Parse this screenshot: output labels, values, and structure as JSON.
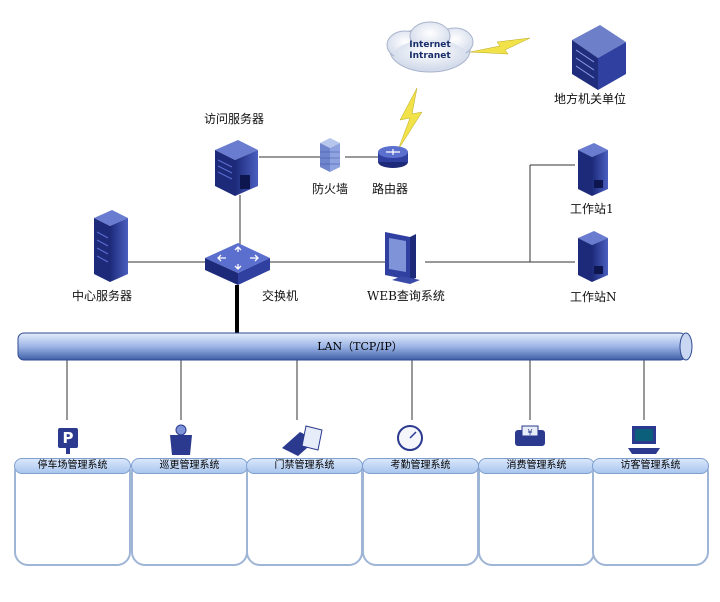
{
  "cloud": {
    "line1": "Internet",
    "line2": "Intranet"
  },
  "nodes": {
    "remote_org": "地方机关单位",
    "access_server": "访问服务器",
    "firewall": "防火墙",
    "router": "路由器",
    "center_server": "中心服务器",
    "switch": "交换机",
    "web_query": "WEB查询系统",
    "workstation_1": "工作站1",
    "workstation_n": "工作站N"
  },
  "lan_label": "LAN（TCP/IP）",
  "subsystems": [
    {
      "title": "停车场管理系统"
    },
    {
      "title": "巡更管理系统"
    },
    {
      "title": "门禁管理系统"
    },
    {
      "title": "考勤管理系统"
    },
    {
      "title": "消费管理系统"
    },
    {
      "title": "访客管理系统"
    }
  ],
  "colors": {
    "server": "#2b3a8f",
    "lan_top": "#c9d7f2",
    "lan_bottom": "#4f6fb5",
    "box_border": "#9fb5d6",
    "lightning": "#f2e24a"
  }
}
